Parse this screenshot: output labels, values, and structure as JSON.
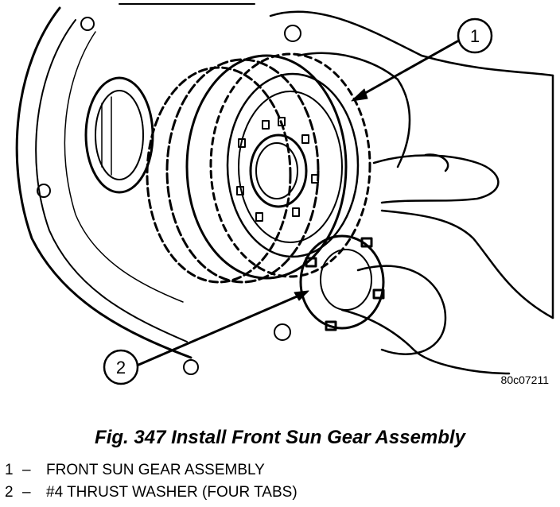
{
  "figure": {
    "reference_code": "80c07211",
    "caption": "Fig. 347 Install Front Sun Gear Assembly",
    "callouts": [
      {
        "number": "1",
        "label": "FRONT SUN GEAR ASSEMBLY"
      },
      {
        "number": "2",
        "label": "#4 THRUST WASHER (FOUR TABS)"
      }
    ],
    "dash": "–"
  }
}
